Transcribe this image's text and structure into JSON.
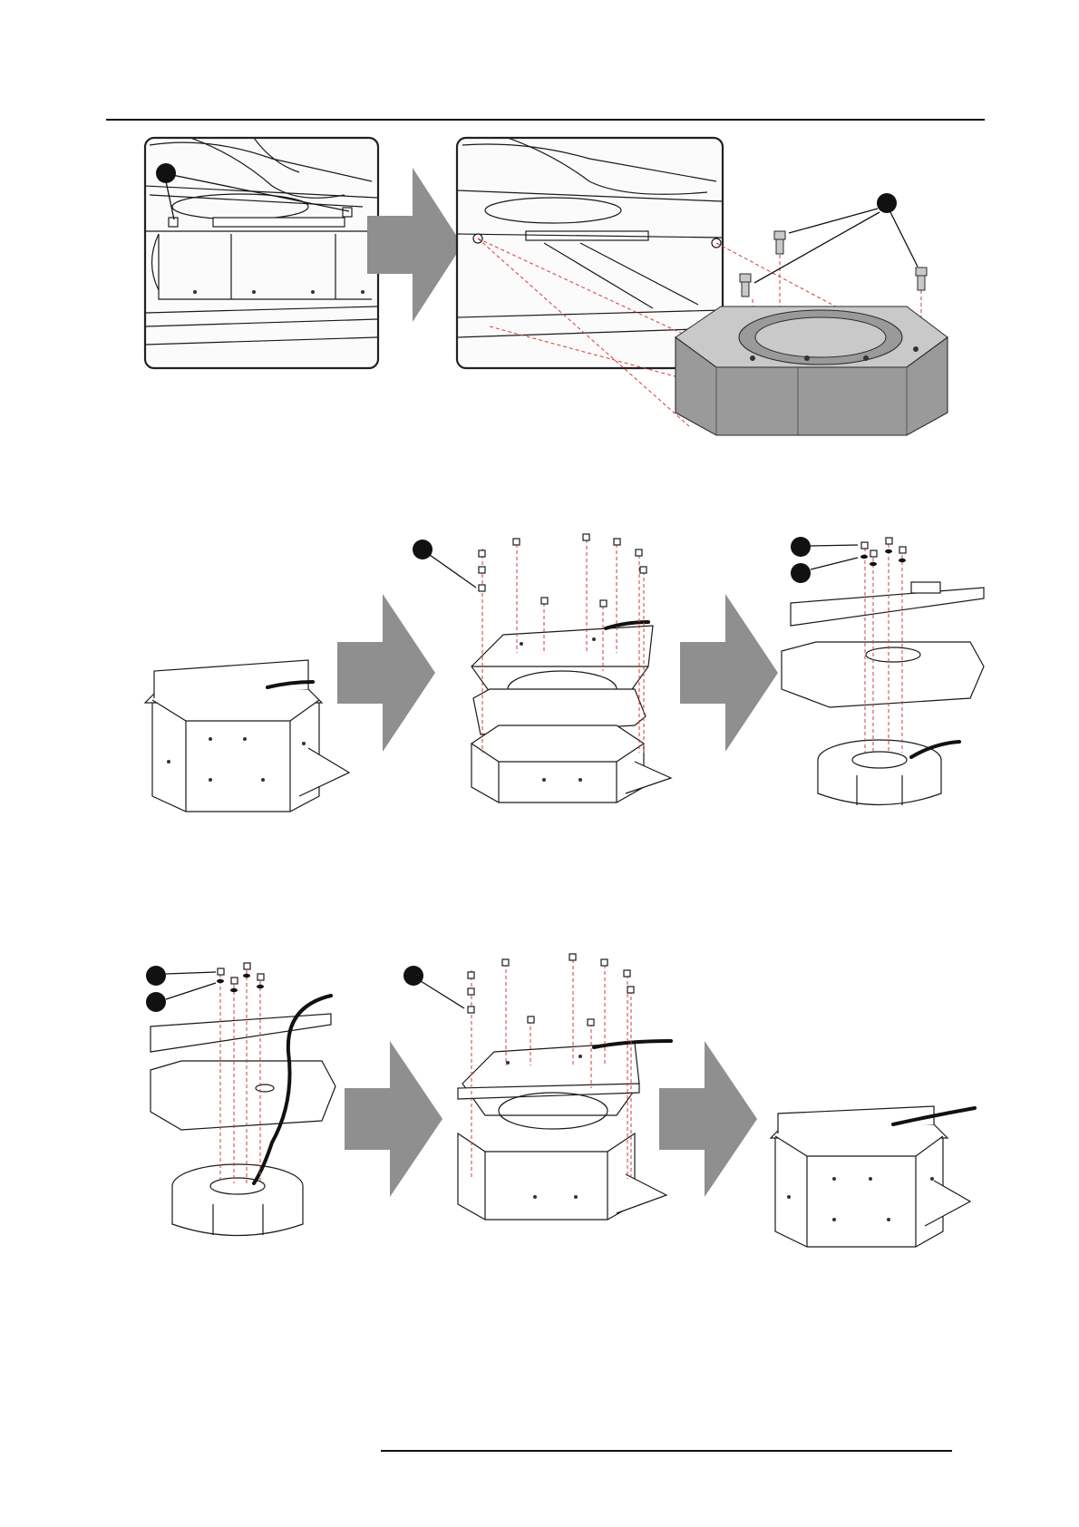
{
  "page": {
    "background": "#ffffff",
    "rule_color": "#111111"
  },
  "figures": [
    {
      "steps": [
        "photo-detail-panel",
        "arrow-right",
        "photo-detail-panel-exploded",
        "fan-housing-with-screws"
      ],
      "callouts": 2
    },
    {
      "steps": [
        "fan-housing-assembled",
        "arrow-right",
        "fan-housing-exploded",
        "arrow-right",
        "fan-unit-exploded"
      ],
      "callouts": 3
    },
    {
      "steps": [
        "fan-unit-exploded",
        "arrow-right",
        "fan-housing-exploded",
        "arrow-right",
        "fan-housing-assembled"
      ],
      "callouts": 3
    }
  ],
  "colors": {
    "arrow": "#8f8f8f",
    "callout": "#111111",
    "guide_line": "#d23b3b",
    "housing_fill": "#9a9a9a"
  },
  "icons": {
    "callout": "filled-black-circle",
    "step_arrow": "grey-block-arrow",
    "screw": "cap-screw-icon",
    "washer": "washer-icon"
  }
}
